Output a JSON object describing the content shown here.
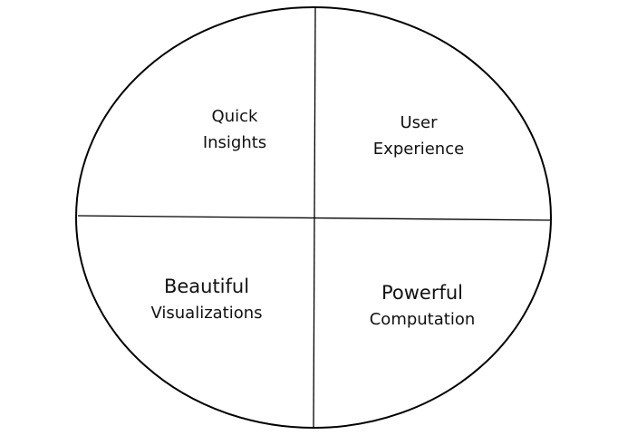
{
  "quadrants": {
    "top_left": {
      "line1": "Quick",
      "line2": "Insights"
    },
    "top_right": {
      "line1": "User",
      "line2": "Experience"
    },
    "bottom_left": {
      "line1": "Beautiful",
      "line2": "Visualizations"
    },
    "bottom_right": {
      "line1": "Powerful",
      "line2": "Computation"
    }
  },
  "colors": {
    "stroke": "#000000",
    "background": "#ffffff",
    "text": "#111111"
  }
}
